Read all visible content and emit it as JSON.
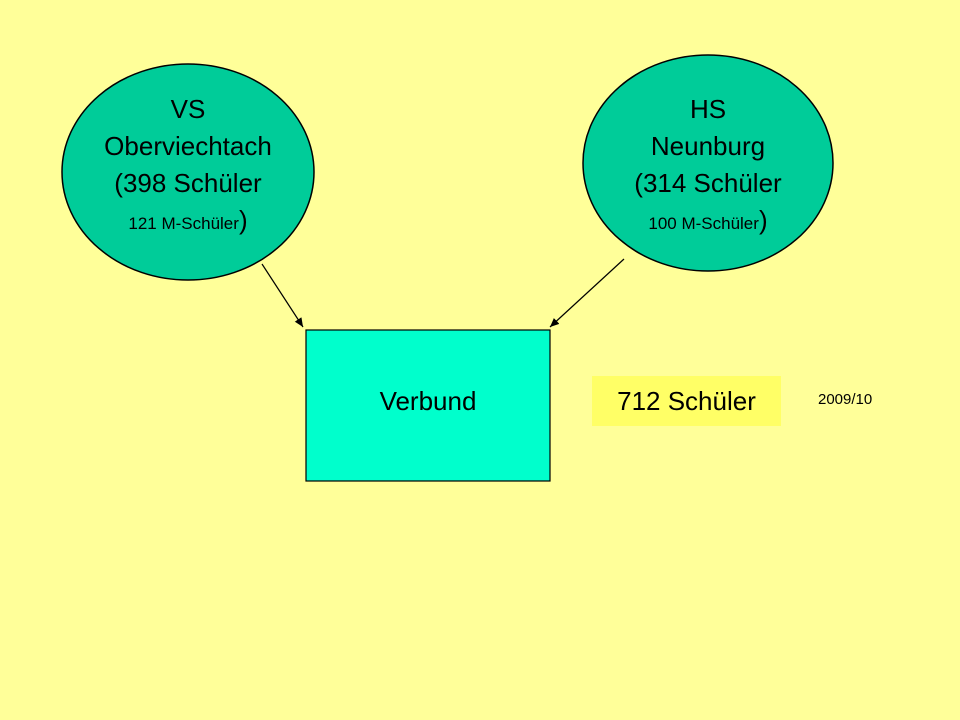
{
  "left_node": {
    "line1": "VS",
    "line2": "Oberviechtach",
    "line3": "(398 Schüler",
    "line4": "121 M-Schüler",
    "close_paren": ")"
  },
  "right_node": {
    "line1": "HS",
    "line2": "Neunburg",
    "line3": "(314 Schüler",
    "line4": "100 M-Schüler",
    "close_paren": ")"
  },
  "center_node": {
    "label": "Verbund"
  },
  "total": {
    "label": "712 Schüler"
  },
  "year": {
    "label": "2009/10"
  },
  "colors": {
    "background": "#ffff99",
    "ellipse_fill": "#00cc99",
    "box_fill": "#00ffcc",
    "total_fill": "#ffff66"
  }
}
